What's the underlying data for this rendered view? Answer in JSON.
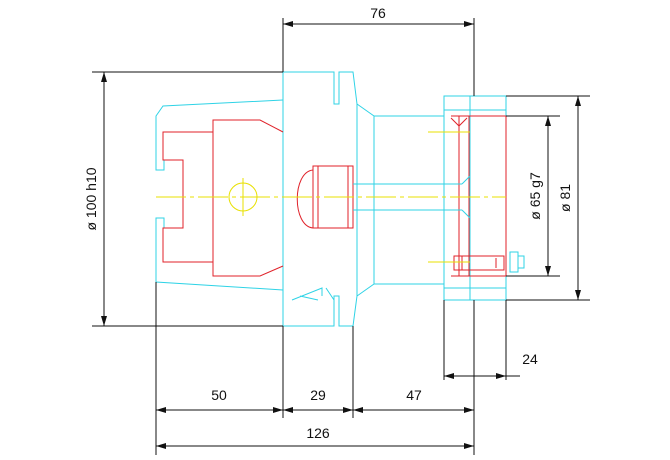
{
  "dimensions": {
    "overall_top": "76",
    "diameter_flange": "ø 100 h10",
    "diameter_spigot": "ø 65 g7",
    "diameter_body": "ø 81",
    "flange_depth": "24",
    "taper_length": "50",
    "flange_width": "29",
    "body_length": "47",
    "overall_length": "126"
  },
  "colors": {
    "outline": "#2fd3e6",
    "section": "#e0222a",
    "centerline": "#e8e000",
    "dimension": "#111111"
  }
}
